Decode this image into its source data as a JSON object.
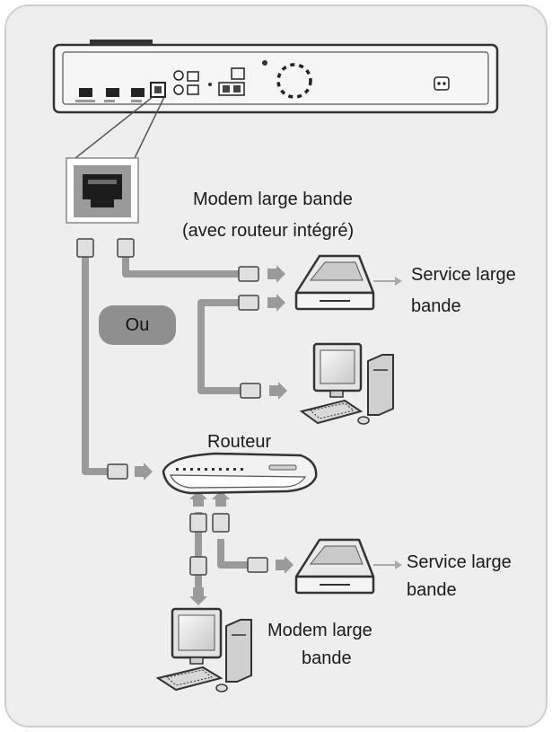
{
  "labels": {
    "modem_router_line1": "Modem large bande",
    "modem_router_line2": "(avec routeur intégré)",
    "service_top_line1": "Service large",
    "service_top_line2": "bande",
    "or_badge": "Ou",
    "router": "Routeur",
    "service_bottom_line1": "Service large",
    "service_bottom_line2": "bande",
    "modem_bottom_line1": "Modem large",
    "modem_bottom_line2": "bande"
  },
  "colors": {
    "panel_background": "#eeeeee",
    "panel_border": "#cfcfcf",
    "cable": "#9a9a9a",
    "device_outline": "#333333",
    "badge": "#8f8f8f"
  }
}
